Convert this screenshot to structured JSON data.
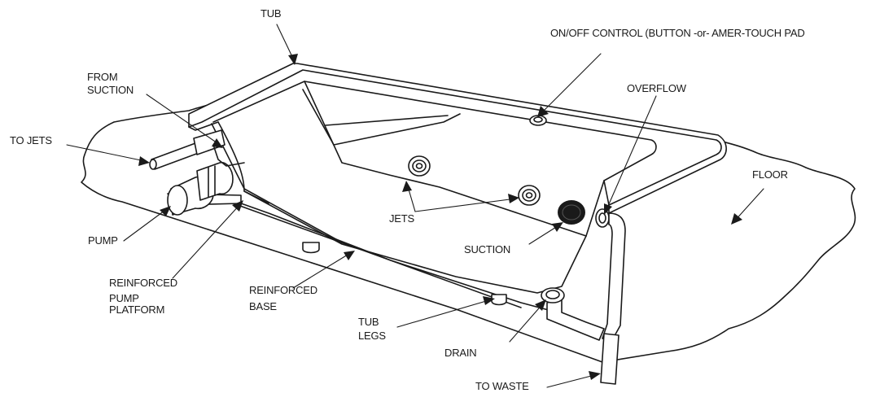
{
  "labels": {
    "tub": "TUB",
    "on_off_control": "ON/OFF CONTROL  (BUTTON -or- AMER-TOUCH PAD",
    "overflow": "OVERFLOW",
    "from_suction_1": "FROM",
    "from_suction_2": "SUCTION",
    "to_jets": "TO JETS",
    "floor": "FLOOR",
    "jets": "JETS",
    "suction": "SUCTION",
    "pump": "PUMP",
    "reinforced_pump_platform_1": "REINFORCED",
    "reinforced_pump_platform_2": "PUMP",
    "reinforced_pump_platform_3": "PLATFORM",
    "reinforced_base_1": "REINFORCED",
    "reinforced_base_2": "BASE",
    "tub_legs_1": "TUB",
    "tub_legs_2": "LEGS",
    "drain": "DRAIN",
    "to_waste": "TO WASTE"
  },
  "colors": {
    "ink": "#1a1a1a",
    "paper": "#ffffff"
  }
}
